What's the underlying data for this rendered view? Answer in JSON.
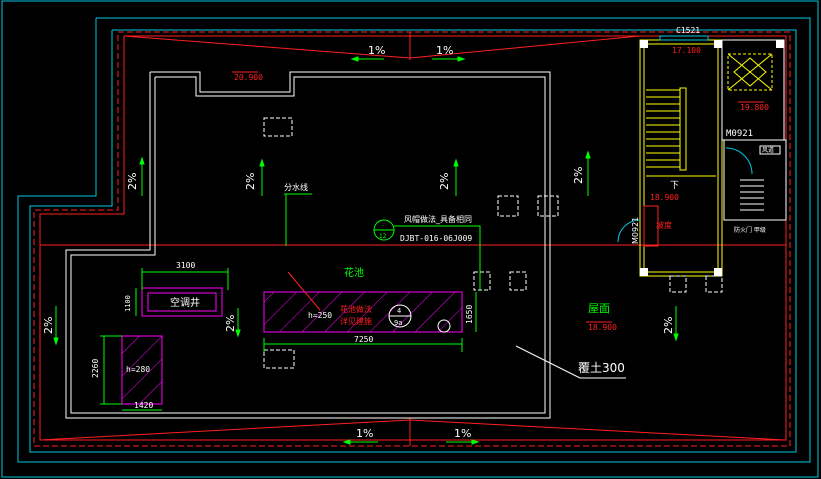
{
  "colors": {
    "background": "#000000",
    "cyan": "#00c8e0",
    "red": "#ff2020",
    "white": "#ffffff",
    "green": "#00ff00",
    "yellow": "#ffff00",
    "magenta": "#ff00ff"
  },
  "labels": {
    "top_slope_left": "1%",
    "top_slope_right": "1%",
    "bottom_slope_left": "1%",
    "bottom_slope_right": "1%",
    "left_slope_upper": "2%",
    "left_slope_lower": "2%",
    "mid_slope_left": "2%",
    "mid_slope_center": "2%",
    "mid_slope_right": "2%",
    "mid_slope_lower_left": "2%",
    "mid_slope_lower_right": "2%",
    "elev_top_left": "20.900",
    "window_code": "C1521",
    "elev_stair_top": "17.100",
    "elev_shaft": "19.800",
    "door_code": "M0921",
    "elev_stair_mid": "18.900",
    "door_code_vertical": "M0921",
    "ramp_text": "坡度",
    "downpipe_label": "分水线",
    "fence_note": "风帽做法_具备相同",
    "detail_ref": "DJBT-016-06J009",
    "detail_num": "12",
    "detail_den": "-",
    "planter_label": "花池",
    "ac_label": "空调井",
    "dim_3100": "3100",
    "dim_1100": "1100",
    "dim_2260": "2260",
    "dim_1420": "1420",
    "dim_7250": "7250",
    "dim_1650": "1650",
    "h_250": "h=250",
    "h_280": "h=280",
    "planter_note_1": "花池做法",
    "planter_note_2": "详见建施",
    "circle_top": "4",
    "circle_bottom": "9a",
    "roof_label": "屋面",
    "roof_elev": "18.900",
    "soil_label": "覆土300",
    "stair_down": "下",
    "shaft_note": "风道",
    "door_note": "防火门 甲级"
  }
}
